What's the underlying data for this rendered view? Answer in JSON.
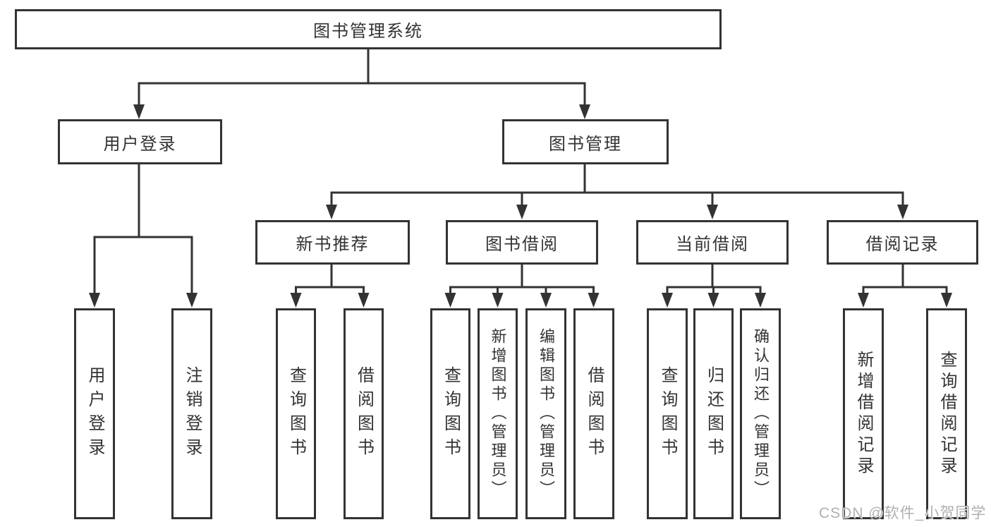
{
  "nodes": {
    "root": {
      "label": "图书管理系统"
    },
    "branches": [
      {
        "label": "用户登录",
        "children": [
          {
            "label": "用户登录"
          },
          {
            "label": "注销登录"
          }
        ]
      },
      {
        "label": "图书管理",
        "children": [
          {
            "label": "新书推荐",
            "children": [
              {
                "label": "查询图书"
              },
              {
                "label": "借阅图书"
              }
            ]
          },
          {
            "label": "图书借阅",
            "children": [
              {
                "label": "查询图书"
              },
              {
                "label": "新增图书（管理员）"
              },
              {
                "label": "编辑图书（管理员）"
              },
              {
                "label": "借阅图书"
              }
            ]
          },
          {
            "label": "当前借阅",
            "children": [
              {
                "label": "查询图书"
              },
              {
                "label": "归还图书"
              },
              {
                "label": "确认归还（管理员）"
              }
            ]
          },
          {
            "label": "借阅记录",
            "children": [
              {
                "label": "新增借阅记录"
              },
              {
                "label": "查询借阅记录"
              }
            ]
          }
        ]
      }
    ]
  },
  "watermark": "CSDN @软件_小贺同学",
  "colors": {
    "line": "#333333",
    "text": "#333333",
    "box_background": "#ffffff",
    "watermark": "#b0b0b0",
    "page_background": "#ffffff"
  }
}
